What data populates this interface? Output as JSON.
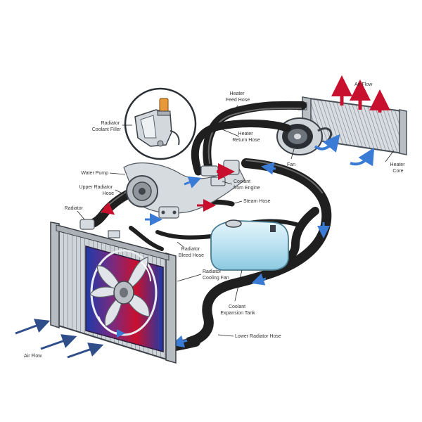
{
  "labels": {
    "radiator_coolant_filler": [
      "Radiator",
      "Coolant Filler"
    ],
    "heater_feed_hose": [
      "Heater",
      "Feed Hose"
    ],
    "air_flow_top": [
      "Air Flow"
    ],
    "heater_return_hose": [
      "Heater",
      "Return Hose"
    ],
    "fan": [
      "Fan"
    ],
    "heater_core": [
      "Heater",
      "Core"
    ],
    "water_pump": [
      "Water Pump"
    ],
    "coolant_from_engine": [
      "Coolant",
      "from Engine"
    ],
    "upper_radiator_hose": [
      "Upper Radiator",
      "Hose"
    ],
    "steam_hose": [
      "Steam Hose"
    ],
    "radiator": [
      "Radiator"
    ],
    "radiator_bleed_hose": [
      "Radiator",
      "Bleed Hose"
    ],
    "radiator_cooling_fan": [
      "Radiator",
      "Cooling Fan"
    ],
    "coolant_expansion_tank": [
      "Coolant",
      "Expansion Tank"
    ],
    "lower_radiator_hose": [
      "Lower Radiator Hose"
    ],
    "air_flow_bottom": [
      "Air Flow"
    ]
  },
  "colors": {
    "hose": "#1f1f1f",
    "metal": "#d6dbe0",
    "fan_shroud_red": "#c8102e",
    "fan_shroud_blue": "#1f3aa8",
    "arrow_red": "#c8102e",
    "arrow_blue": "#3a7bd5",
    "tank": "#a9d8ec"
  }
}
